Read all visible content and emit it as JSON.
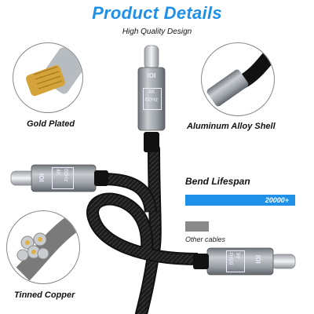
{
  "header": {
    "title": "Product Details",
    "subtitle": "High Quality Design"
  },
  "callouts": {
    "gold_plated": "Gold Plated",
    "aluminum_shell": "Aluminum Alloy Shell",
    "tinned_copper": "Tinned Copper"
  },
  "connector_marks": {
    "logo": "IOI",
    "res": "4K",
    "rate": "60Hz"
  },
  "bend": {
    "title": "Bend Lifespan",
    "value": "20000+",
    "other_label": "Other cables"
  },
  "colors": {
    "accent": "#1e90e8",
    "shell": "#9aa0a6",
    "cable": "#1a1a1a",
    "gold": "#d4a43a",
    "other_bar": "#8a8a8a"
  }
}
